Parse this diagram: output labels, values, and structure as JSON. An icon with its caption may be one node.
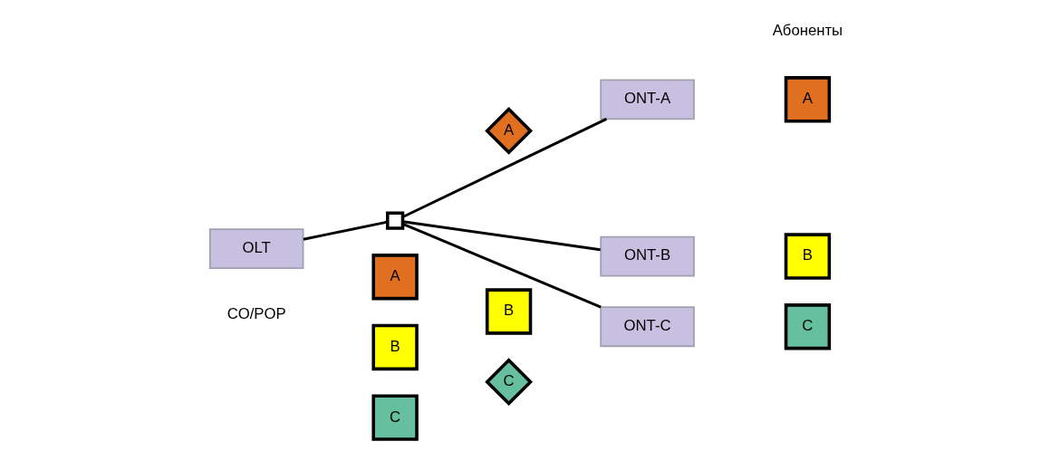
{
  "diagram": {
    "nodes": [
      {
        "text": [
          "OLT"
        ],
        "beside": [
          "CO/POP"
        ]
      },
      {
        "text": [],
        "shape": "box"
      },
      {
        "text": [
          "ONT-A"
        ]
      },
      {
        "text": [
          "ONT-B"
        ]
      },
      {
        "text": [
          "ONT-C"
        ]
      },
      {
        "text": [
          "A"
        ]
      },
      {
        "text": [
          "B"
        ]
      },
      {
        "text": [
          "C"
        ]
      },
      {
        "text": [
          "A"
        ]
      },
      {
        "text": [
          "B"
        ]
      },
      {
        "text": [
          "C"
        ]
      },
      {
        "text": [
          "A"
        ]
      },
      {
        "text": [
          "B"
        ]
      },
      {
        "text": [
          "C"
        ]
      }
    ],
    "edges": [
      {
        "from": 0,
        "to": 1,
        "arrow": "none"
      },
      {
        "from": 1,
        "to": 2,
        "arrow": "none"
      },
      {
        "from": 1,
        "to": 3,
        "arrow": "none"
      },
      {
        "from": 1,
        "to": 4,
        "arrow": "none"
      }
    ],
    "labels": [
      "Абоненты"
    ]
  }
}
